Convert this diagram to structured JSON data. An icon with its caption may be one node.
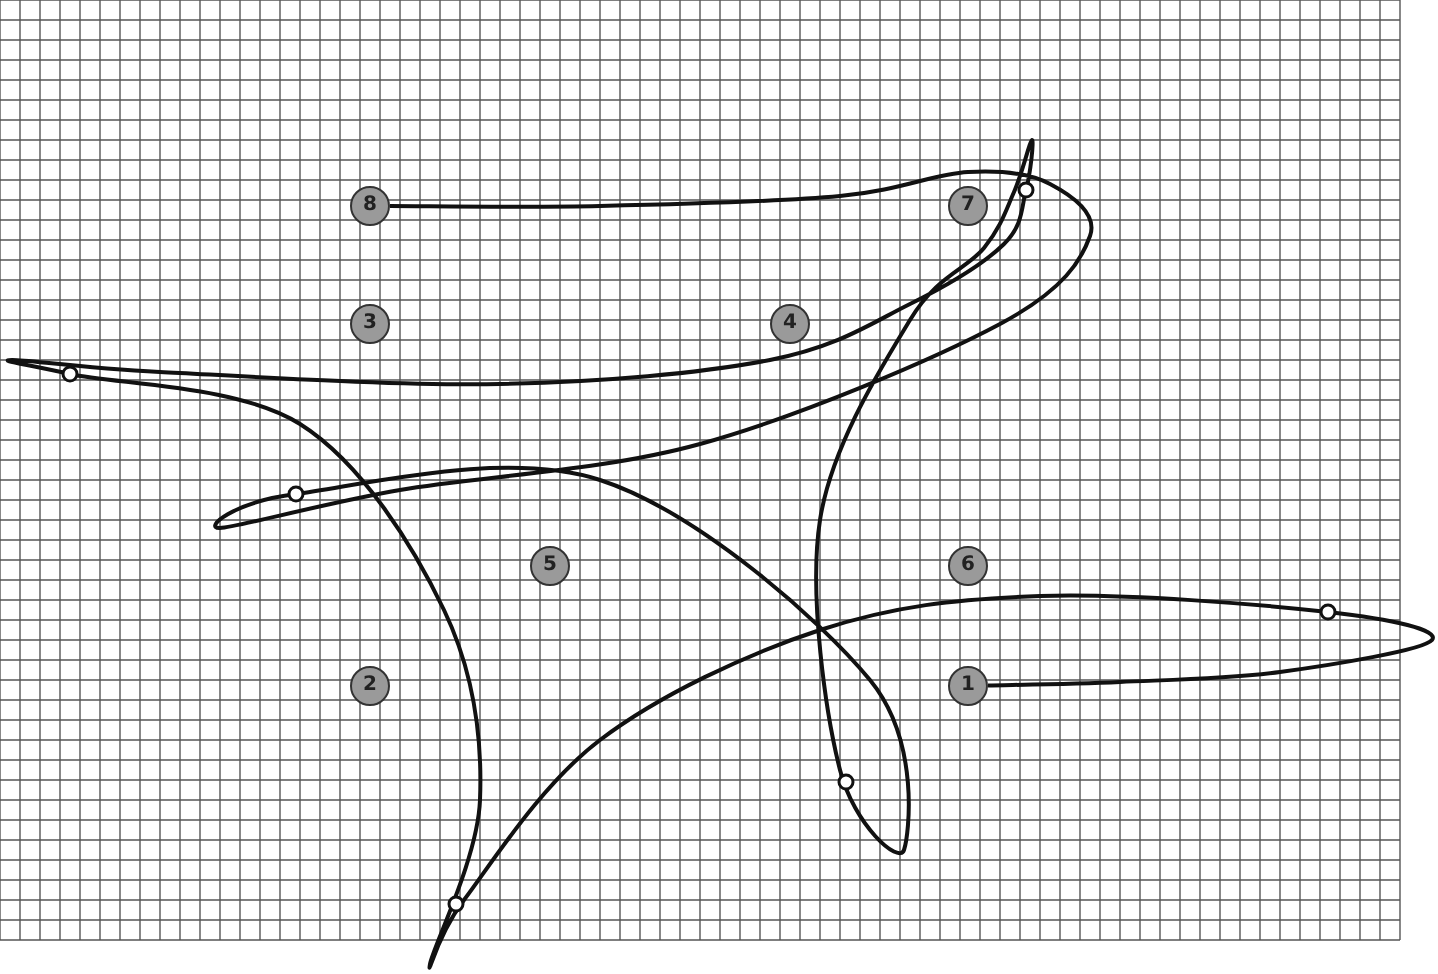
{
  "diagram": {
    "nodes": [
      {
        "text": [
          "8"
        ]
      },
      {
        "text": [
          "7"
        ]
      },
      {
        "text": [
          "3"
        ]
      },
      {
        "text": [
          "4"
        ]
      },
      {
        "text": [
          "5"
        ]
      },
      {
        "text": [
          "6"
        ]
      },
      {
        "text": [
          "2"
        ]
      },
      {
        "text": [
          "1"
        ]
      }
    ],
    "edges": [
      {
        "from": 7,
        "to": 0,
        "arrow": "none"
      }
    ]
  }
}
